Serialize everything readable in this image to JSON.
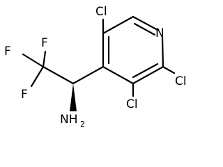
{
  "atoms": {
    "cl_top": "Cl",
    "n": "N",
    "cl_right": "Cl",
    "cl_bottom": "Cl",
    "f1": "F",
    "f2": "F",
    "f3": "F",
    "amine_n": "NH",
    "amine_sub": "2"
  },
  "colors": {
    "bond": "#000000",
    "label": "#000000"
  }
}
